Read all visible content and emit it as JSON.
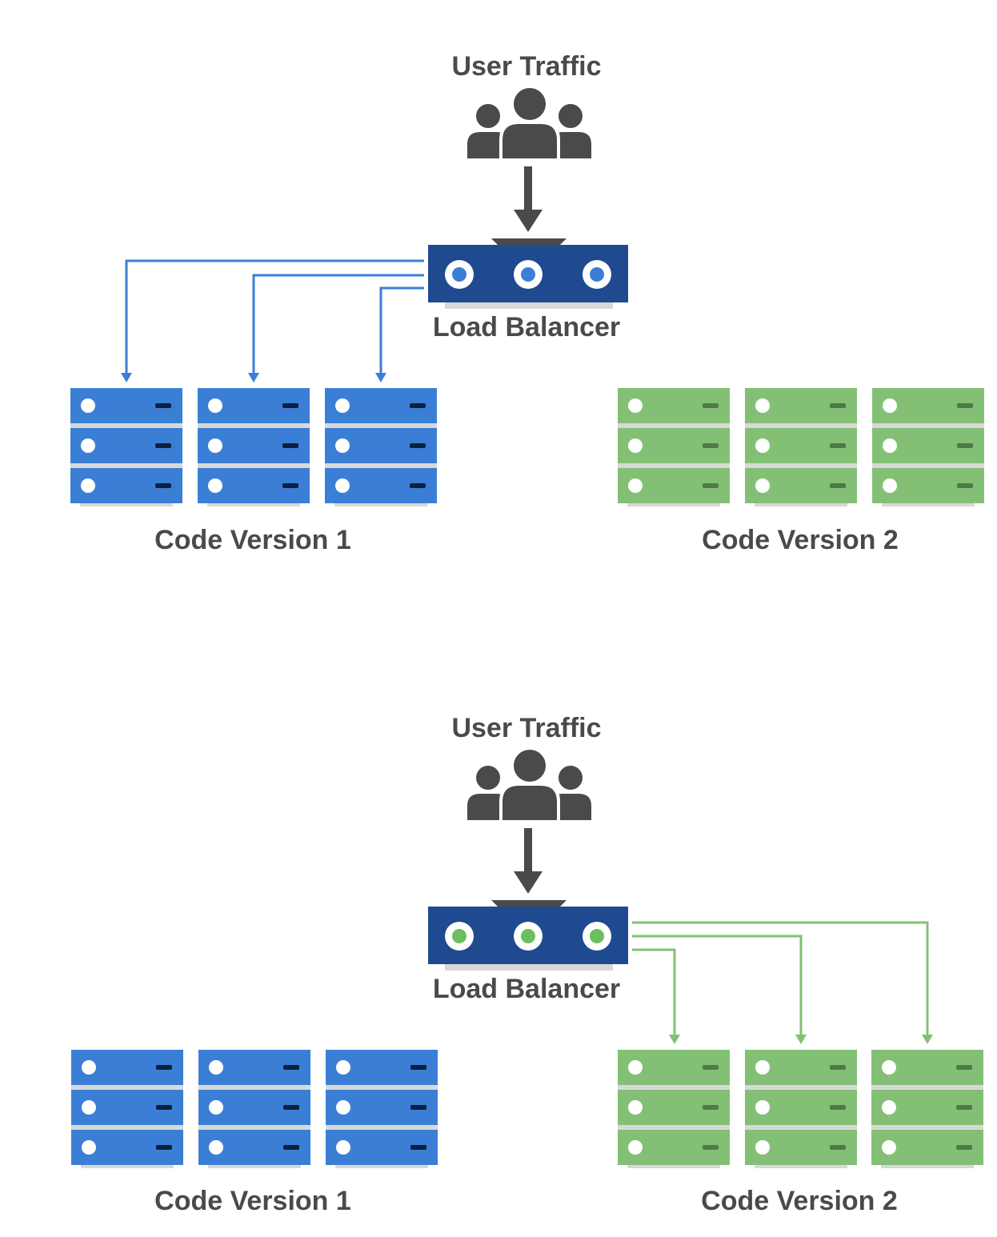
{
  "colors": {
    "blue": "#3a7fd5",
    "blue_dark": "#1f4a8f",
    "green": "#83c075",
    "green_dot": "#6bbf5e",
    "people": "#4a4a4a",
    "shadow": "#d8d8d8",
    "blue_slot": "#0e1f40",
    "green_slot": "#4f7a48"
  },
  "icons": {
    "users": "users-icon",
    "load_balancer": "load-balancer-icon",
    "server": "server-rack-icon"
  },
  "panels": [
    {
      "user_traffic_label": "User Traffic",
      "load_balancer_label": "Load Balancer",
      "active_group": "v1",
      "groups": [
        {
          "key": "v1",
          "label": "Code Version 1",
          "color": "blue"
        },
        {
          "key": "v2",
          "label": "Code Version 2",
          "color": "green"
        }
      ]
    },
    {
      "user_traffic_label": "User Traffic",
      "load_balancer_label": "Load Balancer",
      "active_group": "v2",
      "groups": [
        {
          "key": "v1",
          "label": "Code Version 1",
          "color": "blue"
        },
        {
          "key": "v2",
          "label": "Code Version 2",
          "color": "green"
        }
      ]
    }
  ]
}
